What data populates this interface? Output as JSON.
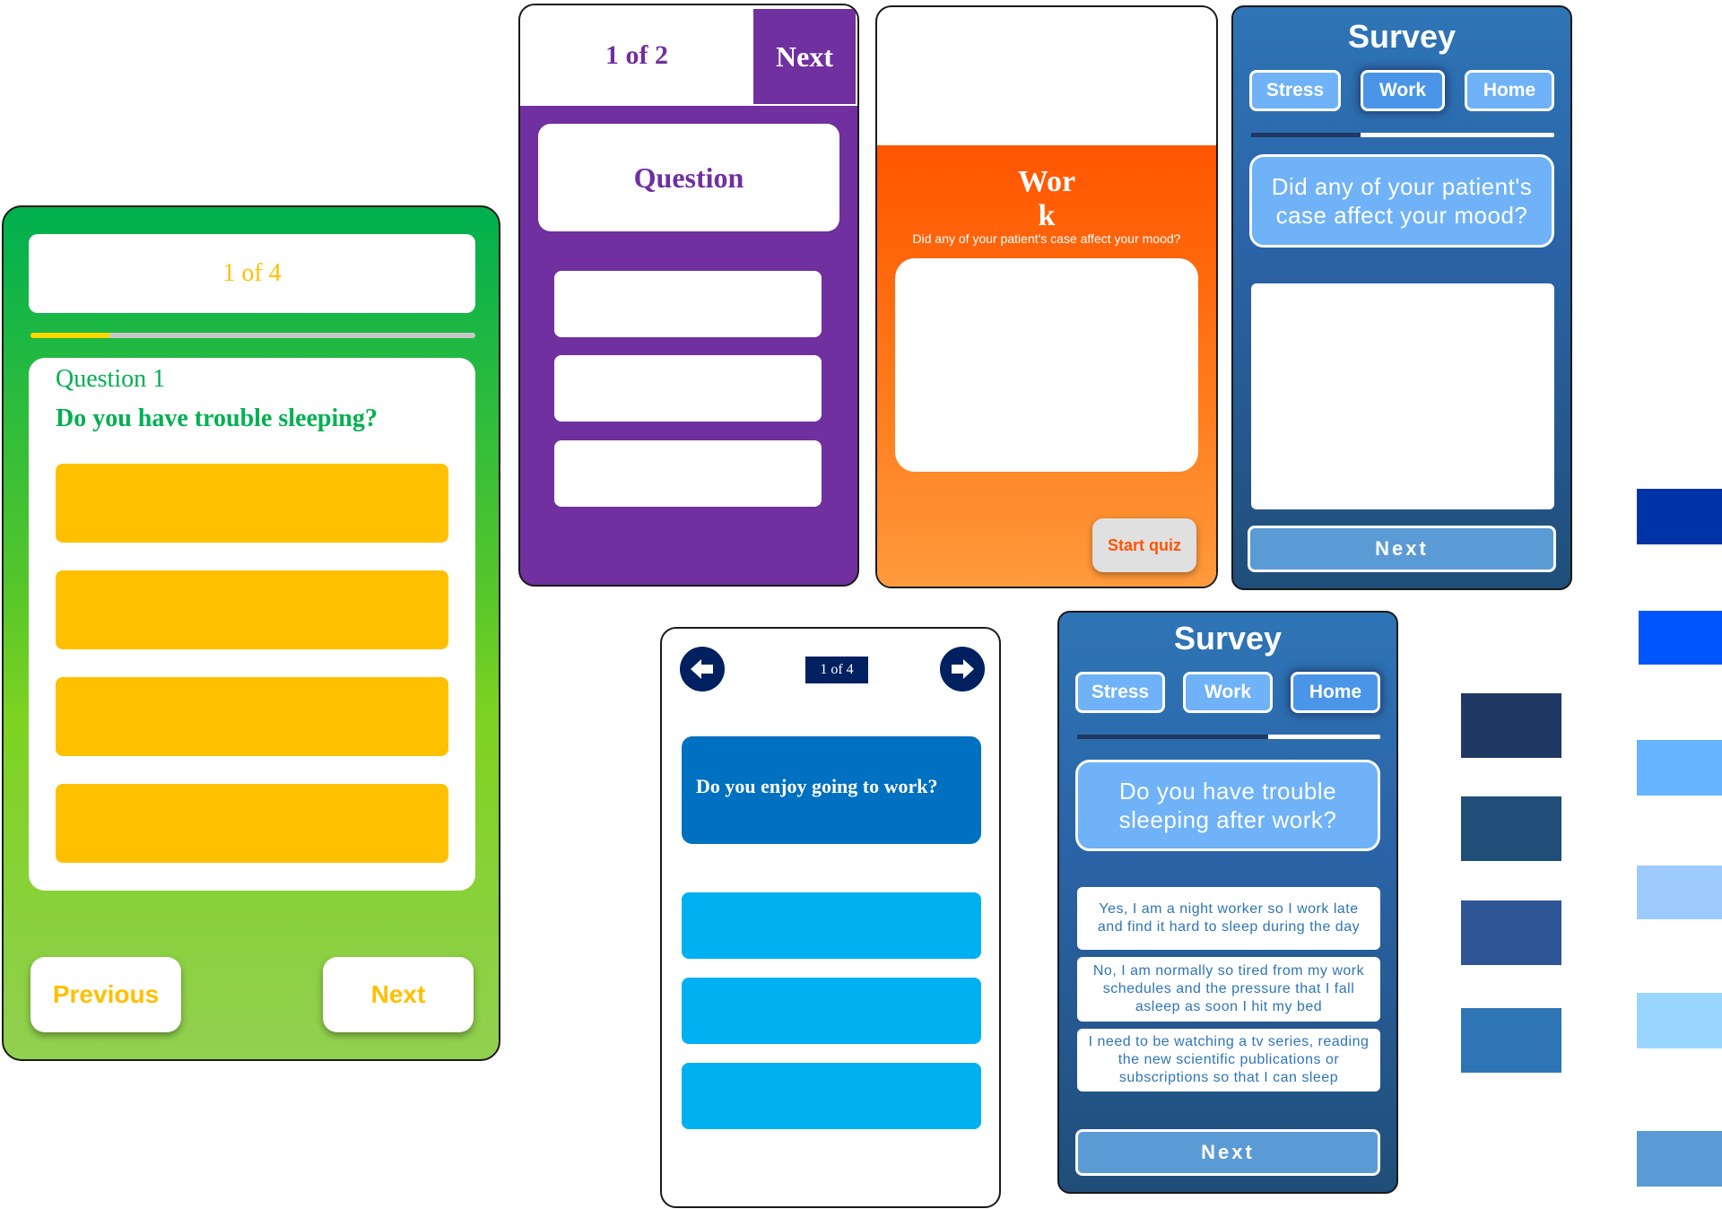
{
  "screen_green": {
    "counter": "1 of 4",
    "progress": 0.18,
    "question_number": "Question 1",
    "question_text": "Do you have trouble sleeping?",
    "options_count": 4,
    "previous_label": "Previous",
    "next_label": "Next",
    "colors": {
      "accent": "#ffc000",
      "text": "#00b050"
    }
  },
  "screen_purple": {
    "counter": "1 of 2",
    "next_label": "Next",
    "question_label": "Question",
    "colors": {
      "background": "#7030a0"
    }
  },
  "screen_orange": {
    "title_line1": "Wor",
    "title_line2": "k",
    "subtitle": "Did any of your patient's case affect your mood?",
    "start_label": "Start quiz",
    "colors": {
      "accent": "#ff5500"
    }
  },
  "survey_work": {
    "title": "Survey",
    "tabs": [
      "Stress",
      "Work",
      "Home"
    ],
    "active_tab": "Work",
    "progress": 0.36,
    "question": "Did any of your patient's case affect your mood?",
    "next_label": "Next"
  },
  "quiz_white": {
    "counter": "1 of 4",
    "prev_icon": "arrow-left-icon",
    "next_icon": "arrow-right-icon",
    "question": "Do you enjoy going to work?",
    "colors": {
      "question_bg": "#0070c0",
      "option_bg": "#00b0f0",
      "nav": "#002060"
    }
  },
  "survey_home": {
    "title": "Survey",
    "tabs": [
      "Stress",
      "Work",
      "Home"
    ],
    "active_tab": "Home",
    "progress": 0.63,
    "question": "Do you have trouble sleeping after work?",
    "answers": [
      "Yes, I am a night worker so I work late and find it hard to sleep during the day",
      "No, I am normally so tired from my work schedules and the pressure that I fall asleep as soon I hit my bed",
      "I need to be watching a tv series, reading the new scientific publications or subscriptions so that I can sleep"
    ],
    "next_label": "Next"
  },
  "palette": {
    "dark_column": [
      "#203864",
      "#1f4e79",
      "#2f5597",
      "#2e75b6"
    ],
    "light_column": [
      "#0033a8",
      "#0055ff",
      "#66b3ff",
      "#9dcbff",
      "#99d6ff",
      "#5b9bd5"
    ]
  }
}
